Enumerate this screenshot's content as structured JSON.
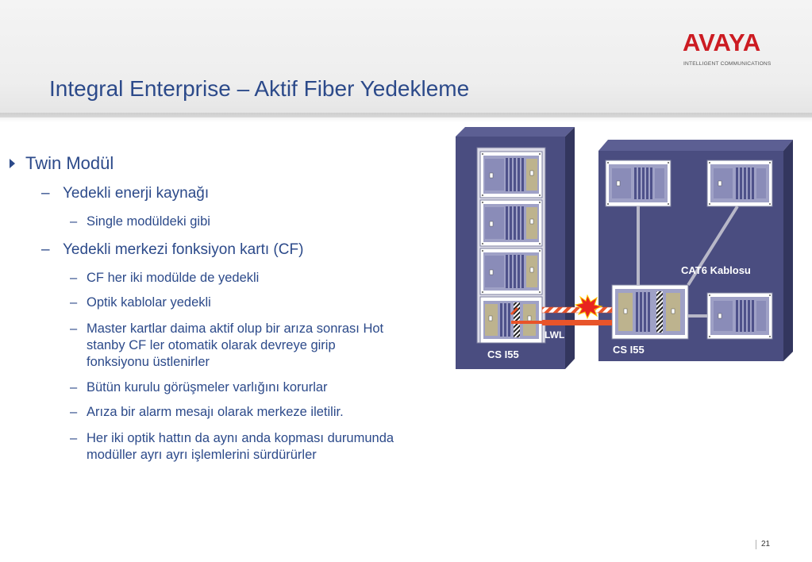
{
  "slide": {
    "title": "Integral Enterprise – Aktif Fiber Yedekleme",
    "page_number": "21"
  },
  "logo": {
    "brand": "AVAYA",
    "tagline": "INTELLIGENT COMMUNICATIONS"
  },
  "bullets": {
    "l1_0": "Twin Modül",
    "l2_0": "Yedekli enerji kaynağı",
    "l3_0": "Single modüldeki gibi",
    "l2_1": "Yedekli merkezi fonksiyon kartı (CF)",
    "l3_1": "CF her iki modülde de yedekli",
    "l3_2": "Optik kablolar yedekli",
    "l3_3_line1": "Master kartlar daima aktif olup bir arıza sonrası Hot",
    "l3_3_line2": "stanby CF ler otomatik olarak devreye girip",
    "l3_3_line3": "fonksiyonu üstlenirler",
    "l3_4": "Bütün kurulu görüşmeler varlığını korurlar",
    "l3_5": "Arıza bir alarm mesajı olarak merkeze iletilir.",
    "l3_6_line1": "Her iki optik hattın da aynı anda kopması durumunda",
    "l3_6_line2": "modüller ayrı ayrı işlemlerini sürdürürler",
    "dash": "–"
  },
  "diagram": {
    "left_label": "CS I55",
    "right_label": "CS I55",
    "fiber_label": "LWL",
    "cable_label": "CAT6 Kablosu"
  },
  "colors": {
    "title": "#2c4a8a",
    "logo_red": "#cc1b22",
    "cabinet_front": "#4a4d80",
    "cabinet_side": "#33365e",
    "cabinet_top": "#5c5f93"
  }
}
